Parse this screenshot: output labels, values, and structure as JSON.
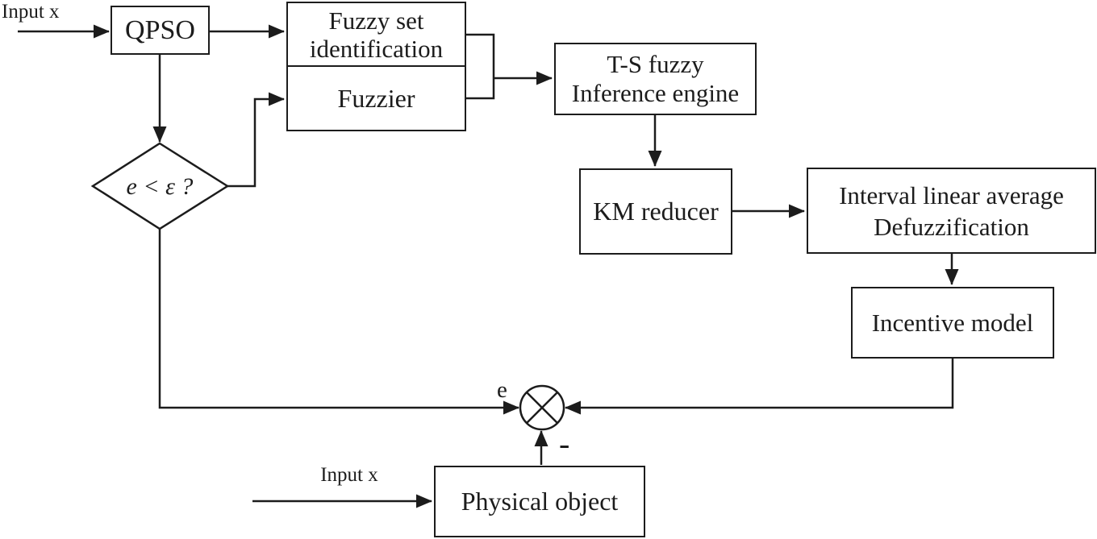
{
  "diagram": {
    "background": "#ffffff",
    "line_color": "#1c1c1c",
    "nodes": {
      "qpso": {
        "label": "QPSO"
      },
      "fuzzy_set": {
        "line1": "Fuzzy set",
        "line2": "identification"
      },
      "fuzzier": {
        "label": "Fuzzier"
      },
      "ts_fuzzy": {
        "line1": "T-S fuzzy",
        "line2": "Inference engine"
      },
      "km_reducer": {
        "label": "KM reducer"
      },
      "defuzzification": {
        "line1": "Interval linear average",
        "line2": "Defuzzification"
      },
      "incentive": {
        "label": "Incentive model"
      },
      "physical": {
        "label": "Physical object"
      },
      "decision": {
        "label": "e < ε ?"
      }
    },
    "labels": {
      "input_top": "Input x",
      "input_bottom": "Input x",
      "error": "e",
      "minus": "-"
    },
    "edges": [
      {
        "from": "input-x-top",
        "to": "qpso"
      },
      {
        "from": "qpso",
        "to": "fuzzy-set-identification"
      },
      {
        "from": "qpso",
        "to": "decision-diamond"
      },
      {
        "from": "decision-diamond",
        "to": "fuzzier"
      },
      {
        "from": "fuzzy-set-identification-and-fuzzier",
        "to": "ts-fuzzy-inference-engine"
      },
      {
        "from": "ts-fuzzy-inference-engine",
        "to": "km-reducer"
      },
      {
        "from": "km-reducer",
        "to": "interval-linear-average-defuzzification"
      },
      {
        "from": "interval-linear-average-defuzzification",
        "to": "incentive-model"
      },
      {
        "from": "incentive-model",
        "to": "summing-junction"
      },
      {
        "from": "decision-diamond",
        "to": "summing-junction"
      },
      {
        "from": "input-x-bottom",
        "to": "physical-object"
      },
      {
        "from": "physical-object",
        "to": "summing-junction",
        "sign": "-"
      }
    ]
  }
}
